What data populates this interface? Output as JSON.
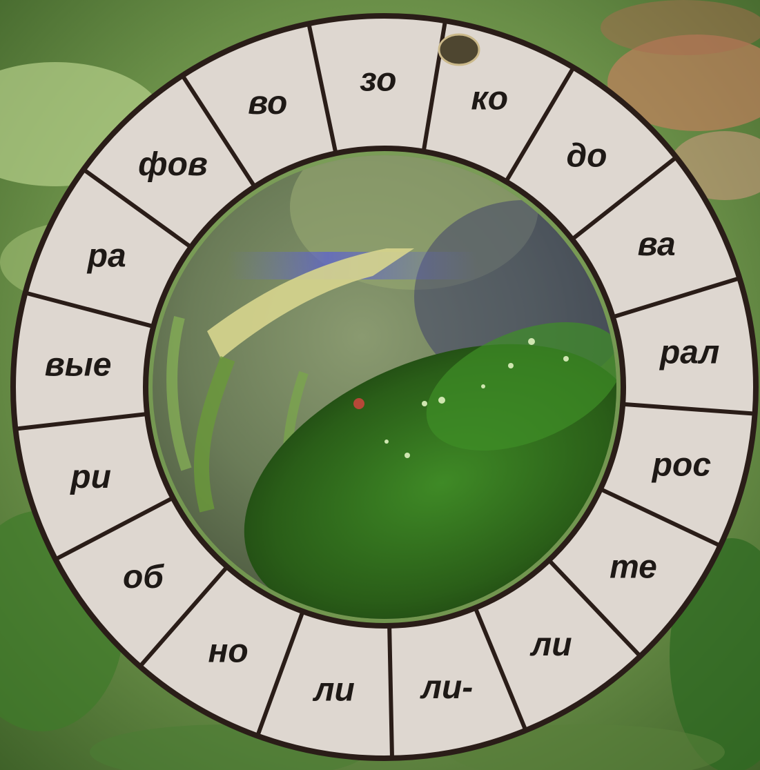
{
  "wheel": {
    "syllables": [
      "ко",
      "до",
      "ва",
      "рал",
      "рос",
      "те",
      "ли",
      "ли-",
      "ли",
      "но",
      "об",
      "ри",
      "вые",
      "ра",
      "фов",
      "во",
      "зо"
    ],
    "start_syllable": "ко",
    "marker_on": "ко"
  },
  "colors": {
    "ring_fill": "#e3ddd6",
    "ring_border": "#2a1d18",
    "text": "#1e1916",
    "marker": "#4e4630",
    "background_green": "#6f9b4a",
    "moss": "#2f6b1c"
  },
  "icons": {
    "marker": "start-dot-icon",
    "center": "aquarium-moss-photo"
  }
}
